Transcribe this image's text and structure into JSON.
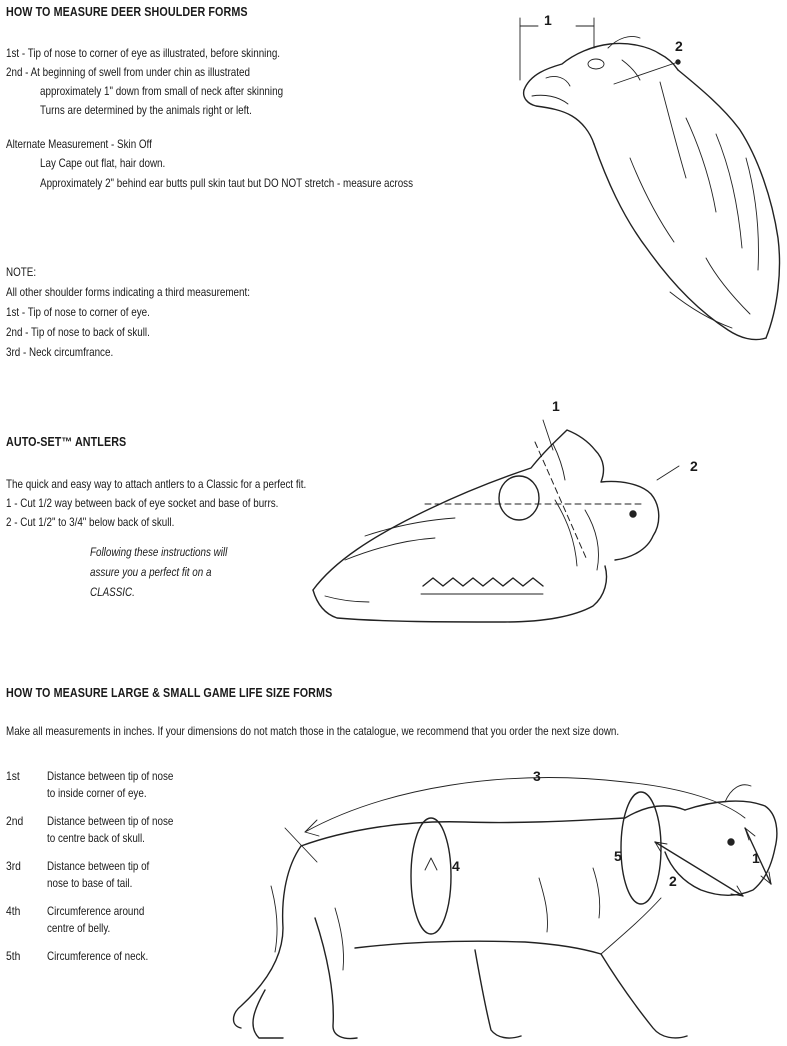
{
  "section1": {
    "title": "HOW TO MEASURE DEER SHOULDER FORMS",
    "lines": [
      "1st -  Tip of nose to corner of eye as illustrated, before skinning.",
      "2nd - At beginning of swell from under chin as illustrated",
      "approximately 1\" down from small of neck after skinning",
      "Turns are determined by the animals right or left."
    ],
    "alt_title": "Alternate Measurement - Skin Off",
    "alt_lines": [
      "Lay Cape out flat, hair down.",
      "Approximately 2\" behind ear butts pull skin taut but DO NOT stretch - measure across"
    ],
    "note_title": "NOTE:",
    "note_lines": [
      "All other shoulder forms indicating a third measurement:",
      "1st -  Tip of nose to corner of eye.",
      "2nd - Tip of nose to back of skull.",
      "3rd -  Neck circumfrance."
    ],
    "callouts": [
      "1",
      "2"
    ]
  },
  "section2": {
    "title": "AUTO-SET™ ANTLERS",
    "lines": [
      "The quick and easy way to attach antlers to a Classic for a perfect fit.",
      "1 - Cut 1/2 way between back of eye socket and base of burrs.",
      "2 - Cut 1/2\" to 3/4\" below back of skull."
    ],
    "italic_lines": [
      "Following these instructions will",
      "assure you a perfect fit on a",
      "CLASSIC."
    ],
    "callouts": [
      "1",
      "2"
    ]
  },
  "section3": {
    "title": "HOW TO MEASURE LARGE & SMALL GAME LIFE SIZE FORMS",
    "intro": "Make all measurements in inches.  If your dimensions do not match those in the catalogue, we recommend that you order the next size down.",
    "items": [
      {
        "num": "1st",
        "l1": "Distance between tip of nose",
        "l2": "to inside corner of eye."
      },
      {
        "num": "2nd",
        "l1": "Distance between tip of nose",
        "l2": "to centre back of skull."
      },
      {
        "num": "3rd",
        "l1": "Distance between tip of",
        "l2": "nose to base of tail."
      },
      {
        "num": "4th",
        "l1": "Circumference around",
        "l2": "centre of belly."
      },
      {
        "num": "5th",
        "l1": "Circumference of neck.",
        "l2": ""
      }
    ],
    "callouts": [
      "1",
      "2",
      "3",
      "4",
      "5"
    ]
  }
}
